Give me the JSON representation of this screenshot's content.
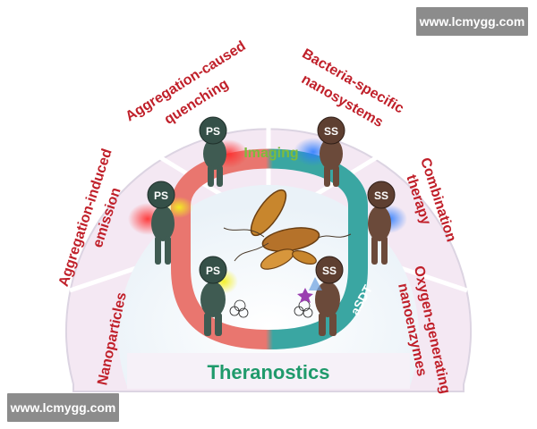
{
  "watermark_top": "www.lcmygg.com",
  "watermark_bottom": "www.lcmygg.com",
  "segments": {
    "nanoparticles": "Nanoparticles",
    "aie_line1": "Aggregation-induced",
    "aie_line2": "emission",
    "acq_line1": "Aggregation-caused",
    "acq_line2": "quenching",
    "bsn_line1": "Bacteria-specific",
    "bsn_line2": "nanosystems",
    "combo_line1": "Combination",
    "combo_line2": "therapy",
    "ogn_line1": "Oxygen-generating",
    "ogn_line2": "nanoenzymes"
  },
  "center": {
    "imaging": "Imaging",
    "asdt": "aSDT",
    "theranostics": "Theranostics"
  },
  "figures": {
    "ps_label": "PS",
    "ss_label": "SS"
  },
  "colors": {
    "segment_fill": "#f7ecf6",
    "segment_text": "#c0202a",
    "ring_red": "#e9766f",
    "ring_teal": "#3aa6a2",
    "imaging_green": "#7dbb3e",
    "asdt_green": "#7dbb3e",
    "theranostics_green": "#1f9a6b",
    "ps_body": "#3f5b52",
    "ss_body": "#6b4a3a"
  }
}
